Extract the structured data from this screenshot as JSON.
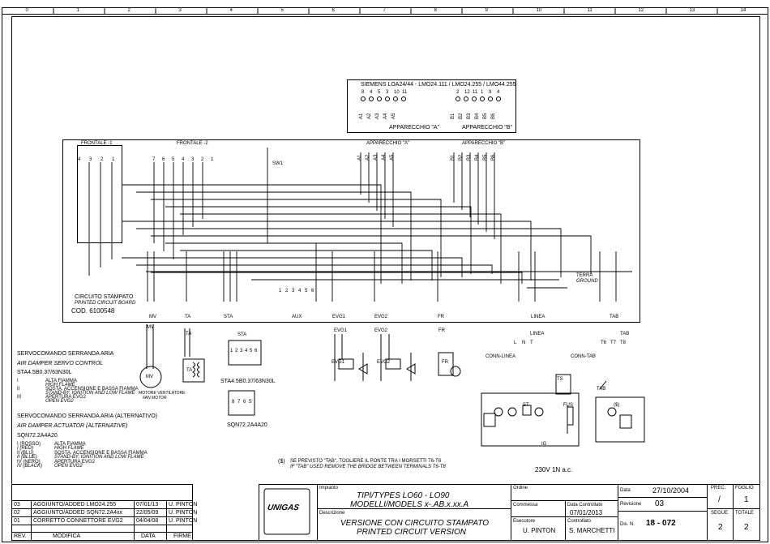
{
  "grid_columns": [
    "0",
    "1",
    "2",
    "3",
    "4",
    "5",
    "6",
    "7",
    "8",
    "9",
    "10",
    "11",
    "12",
    "13",
    "14"
  ],
  "siemens": {
    "title": "SIEMENS  LOA24/44 - LMO24.111 / LMO24.255 / LMO44.255",
    "pins_a": [
      "8",
      "4",
      "5",
      "3",
      "10",
      "11"
    ],
    "pins_b": [
      "2",
      "12",
      "11",
      "1",
      "9",
      "4"
    ],
    "app_a": "APPARECCHIO \"A\"",
    "app_b": "APPARECCHIO \"B\"",
    "terms_a": [
      "A1",
      "A2",
      "A3",
      "A4",
      "A5"
    ],
    "terms_b": [
      "B1",
      "B2",
      "B3",
      "B4",
      "B5",
      "B6"
    ]
  },
  "board": {
    "frontale1": "FRONTALE -1",
    "frontale2": "FRONTALE -2",
    "frontale1_pins": [
      "4",
      "3",
      "2",
      "1"
    ],
    "frontale2_pins": [
      "7",
      "6",
      "5",
      "4",
      "3",
      "2",
      "1"
    ],
    "sw1": "SW1",
    "app_a": "APPARECCHIO \"A\"",
    "app_b": "APPARECCHIO \"B\"",
    "terms_a": [
      "A1",
      "A2",
      "A3",
      "A4",
      "A5"
    ],
    "terms_b": [
      "B1",
      "B2",
      "B3",
      "B4",
      "B5",
      "B6"
    ],
    "circuit_label": "CIRCUITO STAMPATO",
    "circuit_label_en": "PRINTED CIRCUIT BOARD",
    "code": "COD. 6100548",
    "terra_label": "TERRA",
    "ground_label": "GROUND",
    "aux_pins": [
      "1",
      "2",
      "3",
      "4",
      "5",
      "6"
    ],
    "connectors": [
      "MV",
      "TA",
      "STA",
      "AUX",
      "EVG1",
      "EVG2",
      "FR",
      "LINEA",
      "TAB"
    ]
  },
  "components": {
    "mv": "MV",
    "motor_label": "MOTORE VENTILATORE",
    "motor_label2": "FAN MOTOR",
    "ta": "TA",
    "sta": "STA",
    "sta_pins": [
      "1",
      "2",
      "3",
      "4",
      "5",
      "6"
    ],
    "sta_model": "STA4.5B0.37/63N30L",
    "sqn_pins": [
      "8",
      "7",
      "6",
      "5"
    ],
    "sqn_model": "SQN72.2A4A20",
    "evg1": "EVG1",
    "evg2": "EVG2",
    "fr": "FR",
    "linea": "LINEA",
    "conn_linea": "CONN-LINEA",
    "linea_pins": [
      "L",
      "N",
      "T"
    ],
    "tab": "TAB",
    "conn_tab": "CONN-TAB",
    "tab_pins": [
      "T6",
      "T7",
      "T8"
    ],
    "ts": "TS",
    "st": "ST",
    "fus": "FUS",
    "ig": "IG",
    "voltage": "230V 1N a.c.",
    "tab_note": "($)"
  },
  "legend": {
    "title1": "SERVOCOMANDO SERRANDA ARIA",
    "title1_en": "AIR DAMPER SERVO CONTROL",
    "model1": "STA4.5B0.37/63N30L",
    "rows1": [
      {
        "code": "I",
        "it": "ALTA FIAMMA",
        "en": "HIGH FLAME"
      },
      {
        "code": "II",
        "it": "SOSTA, ACCENSIONE E BASSA FIAMMA",
        "en": "STAND-BY, IGNITION AND LOW FLAME"
      },
      {
        "code": "III",
        "it": "APERTURA EVG2",
        "en": "OPEN EVG2"
      }
    ],
    "title2": "SERVOCOMANDO SERRANDA ARIA (ALTERNATIVO)",
    "title2_en": "AIR DAMPER ACTUATOR (ALTERNATIVE)",
    "model2": "SQN72.2A4A20",
    "rows2": [
      {
        "code": "I (ROSSO)",
        "code_en": "I (RED)",
        "it": "ALTA FIAMMA",
        "en": "HIGH FLAME"
      },
      {
        "code": "II (BLU)",
        "code_en": "II (BLUE)",
        "it": "SOSTA, ACCENSIONE E BASSA FIAMMA",
        "en": "STAND-BY, IGNITION AND LOW FLAME"
      },
      {
        "code": "IV (NERO)",
        "code_en": "IV (BLACK)",
        "it": "APERTURA EVG2",
        "en": "OPEN EVG2"
      }
    ]
  },
  "note": {
    "symbol": "($)",
    "it": "SE PREVISTO \"TAB\", TOGLIERE IL PONTE TRA I MORSETTI T6-T8",
    "en": "IF \"TAB\" USED REMOVE THE BRIDGE BETWEEN TERMINALS T6-T8"
  },
  "revisions": {
    "rows": [
      {
        "rev": "03",
        "desc": "AGGIUNTO/ADDED LMO24.255",
        "date": "07/01/13",
        "sign": "U. PINTON"
      },
      {
        "rev": "02",
        "desc": "AGGIUNTO/ADDED SQN72.2A4xx",
        "date": "22/05/09",
        "sign": "U. PINTON"
      },
      {
        "rev": "01",
        "desc": "CORRETTO CONNETTORE EVG2",
        "date": "04/04/08",
        "sign": "U. PINTON"
      }
    ],
    "headers": {
      "rev": "REV.",
      "desc": "MODIFICA",
      "date": "DATA",
      "sign": "FIRME"
    }
  },
  "title_block": {
    "logo": "UNIGAS",
    "impianto_label": "Impianto",
    "types_line1": "TIPI/TYPES  LO60 - LO90",
    "types_line2": "MODELLI/MODELS  x-.AB.x.xx.A",
    "descrizione_label": "Descrizione",
    "desc_line1": "VERSIONE CON CIRCUITO STAMPATO",
    "desc_line2": "PRINTED CIRCUIT VERSION",
    "ordine_label": "Ordine",
    "commessa_label": "Commessa",
    "esecutore_label": "Esecutore",
    "esecutore": "U. PINTON",
    "data_controllato_label": "Data Controllato",
    "data_controllato": "07/01/2013",
    "controllato_label": "Controllato",
    "controllato": "S. MARCHETTI",
    "data_label": "Data",
    "data": "27/10/2004",
    "revisione_label": "Revisione",
    "revisione": "03",
    "disn_label": "Dis. N.",
    "disn": "18 - 072",
    "prec_label": "PREC.",
    "prec": "/",
    "foglio_label": "FOGLIO",
    "foglio": "1",
    "segue_label": "SEGUE",
    "segue": "2",
    "totale_label": "TOTALE",
    "totale": "2"
  }
}
